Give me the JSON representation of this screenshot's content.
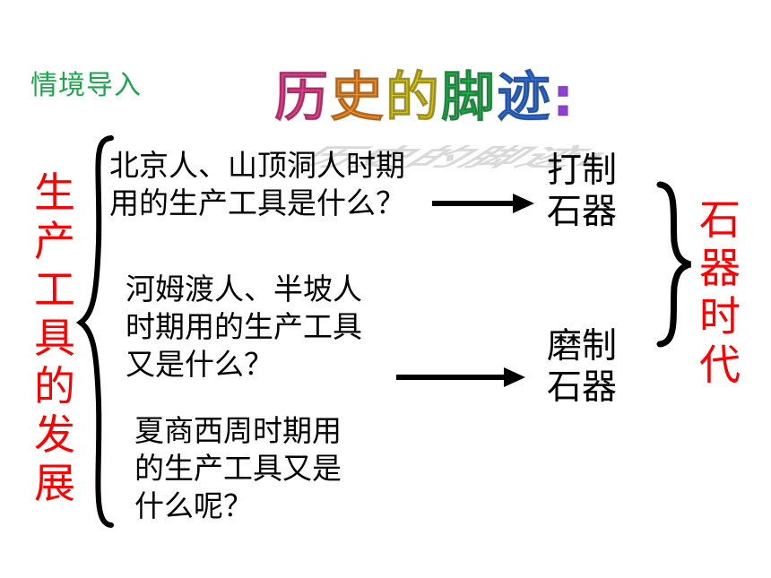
{
  "slide": {
    "intro_label": "情境导入",
    "title": "历史的脚迹:",
    "title_colors": [
      "#e53e8b",
      "#f08a24",
      "#d4c21c",
      "#24b24f",
      "#2f6fd8",
      "#8f3fd1"
    ],
    "left_topic": "生\n产\n工\n具\n的\n发\n展",
    "questions": [
      "北京人、山顶洞人时期\n用的生产工具是什么？",
      "河姆渡人、半坡人\n时期用的生产工具\n又是什么？",
      "夏商西周时期用\n的生产工具又是\n什么呢？"
    ],
    "answers": [
      "打制\n石器",
      "磨制\n石器"
    ],
    "era": "石\n器\n时\n代"
  },
  "colors": {
    "intro": "#1aa64a",
    "red": "#ff0000",
    "text": "#000000"
  }
}
